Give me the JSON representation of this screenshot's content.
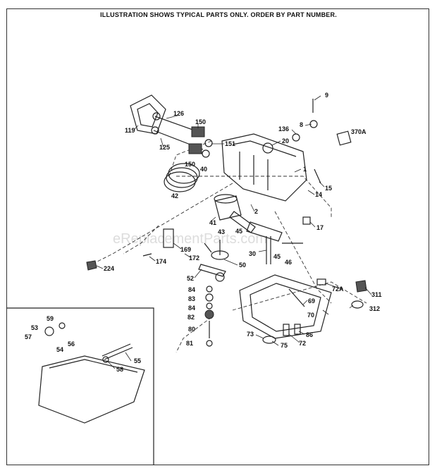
{
  "header": {
    "note": "ILLUSTRATION SHOWS TYPICAL PARTS ONLY. ORDER BY PART NUMBER."
  },
  "watermark": "eReplacementParts.com",
  "labels": [
    "9",
    "126",
    "150",
    "8",
    "136",
    "370A",
    "119",
    "151",
    "20",
    "125",
    "150",
    "40",
    "1",
    "42",
    "15",
    "14",
    "2",
    "41",
    "43",
    "17",
    "45",
    "169",
    "172",
    "30",
    "45",
    "46",
    "50",
    "174",
    "224",
    "52",
    "84",
    "72A",
    "311",
    "83",
    "69",
    "84",
    "312",
    "82",
    "70",
    "80",
    "73",
    "86",
    "75",
    "72",
    "81",
    "59",
    "53",
    "57",
    "56",
    "54",
    "55",
    "58"
  ]
}
